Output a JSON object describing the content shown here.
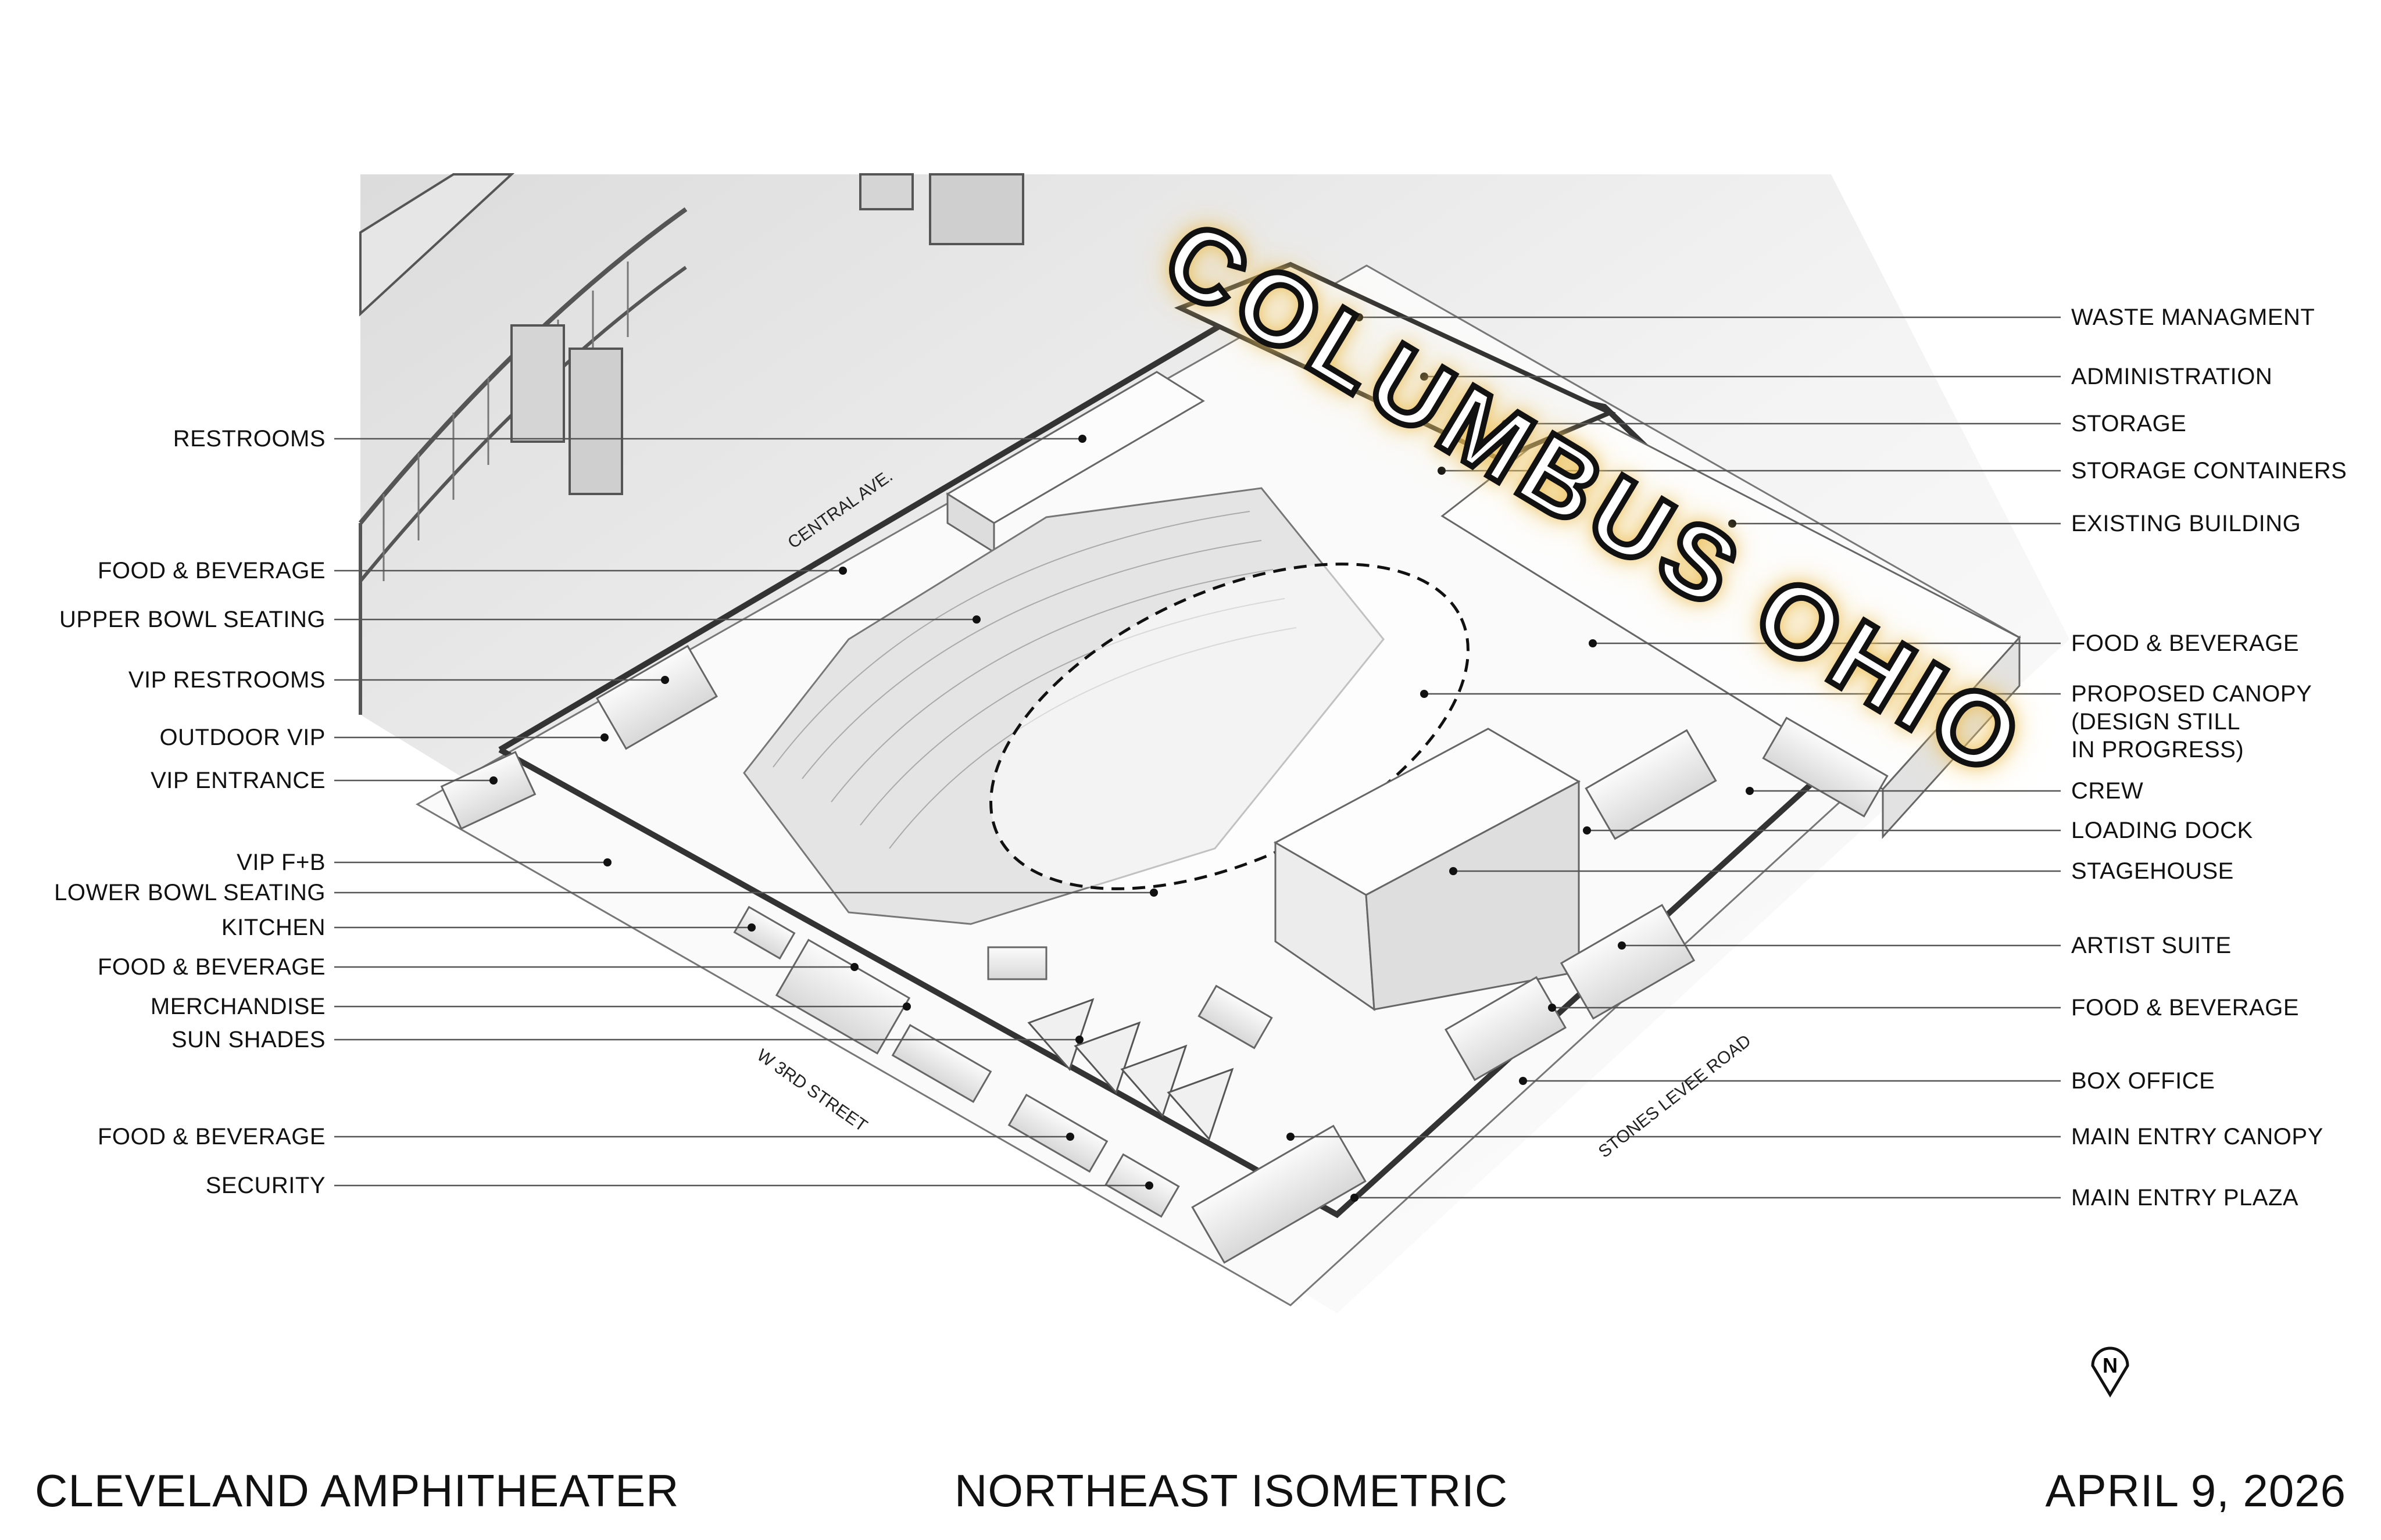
{
  "project_title": "CLEVELAND AMPHITHEATER",
  "view_title": "NORTHEAST ISOMETRIC",
  "date": "APRIL 9, 2026",
  "overlay_logo_text": "COLUMBUS OHIO",
  "streets": {
    "central": "CENTRAL AVE.",
    "third": "W 3RD STREET",
    "stones": "STONES LEVEE ROAD"
  },
  "north_arrow": "N",
  "left_labels": [
    "RESTROOMS",
    "FOOD & BEVERAGE",
    "UPPER BOWL SEATING",
    "VIP RESTROOMS",
    "OUTDOOR VIP",
    "VIP ENTRANCE",
    "VIP F+B",
    "LOWER BOWL SEATING",
    "KITCHEN",
    "FOOD & BEVERAGE",
    "MERCHANDISE",
    "SUN SHADES",
    "FOOD & BEVERAGE",
    "SECURITY"
  ],
  "right_labels": [
    "WASTE MANAGMENT",
    "ADMINISTRATION",
    "STORAGE",
    "STORAGE CONTAINERS",
    "EXISTING BUILDING",
    "FOOD & BEVERAGE",
    "PROPOSED CANOPY\n(DESIGN STILL\nIN PROGRESS)",
    "CREW",
    "LOADING DOCK",
    "STAGEHOUSE",
    "ARTIST SUITE",
    "FOOD & BEVERAGE",
    "BOX OFFICE",
    "MAIN ENTRY CANOPY",
    "MAIN ENTRY PLAZA"
  ],
  "colors": {
    "logo_glow": "#e8b640",
    "ink": "#111111"
  }
}
